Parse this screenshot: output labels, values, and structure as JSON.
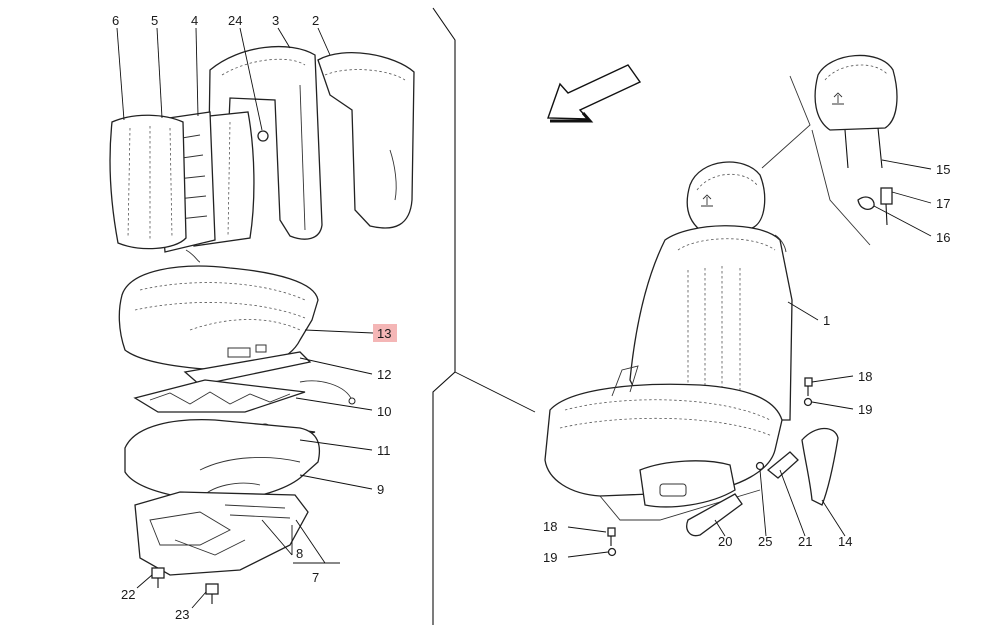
{
  "callouts": [
    {
      "id": "p6",
      "text": "6"
    },
    {
      "id": "p5",
      "text": "5"
    },
    {
      "id": "p4",
      "text": "4"
    },
    {
      "id": "p24",
      "text": "24"
    },
    {
      "id": "p3",
      "text": "3"
    },
    {
      "id": "p2",
      "text": "2"
    },
    {
      "id": "p13",
      "text": "13"
    },
    {
      "id": "p12",
      "text": "12"
    },
    {
      "id": "p10",
      "text": "10"
    },
    {
      "id": "p11",
      "text": "11"
    },
    {
      "id": "p9",
      "text": "9"
    },
    {
      "id": "p8",
      "text": "8"
    },
    {
      "id": "p7",
      "text": "7"
    },
    {
      "id": "p22",
      "text": "22"
    },
    {
      "id": "p23",
      "text": "23"
    },
    {
      "id": "p15",
      "text": "15"
    },
    {
      "id": "p17",
      "text": "17"
    },
    {
      "id": "p16",
      "text": "16"
    },
    {
      "id": "p1",
      "text": "1"
    },
    {
      "id": "p18a",
      "text": "18"
    },
    {
      "id": "p19a",
      "text": "19"
    },
    {
      "id": "p18b",
      "text": "18"
    },
    {
      "id": "p19b",
      "text": "19"
    },
    {
      "id": "p20",
      "text": "20"
    },
    {
      "id": "p25",
      "text": "25"
    },
    {
      "id": "p21",
      "text": "21"
    },
    {
      "id": "p14",
      "text": "14"
    }
  ],
  "highlight": {
    "callout": "13",
    "color": "#f4b6b6"
  },
  "icons": [
    "trident-emblem-icon",
    "direction-arrow-icon"
  ]
}
